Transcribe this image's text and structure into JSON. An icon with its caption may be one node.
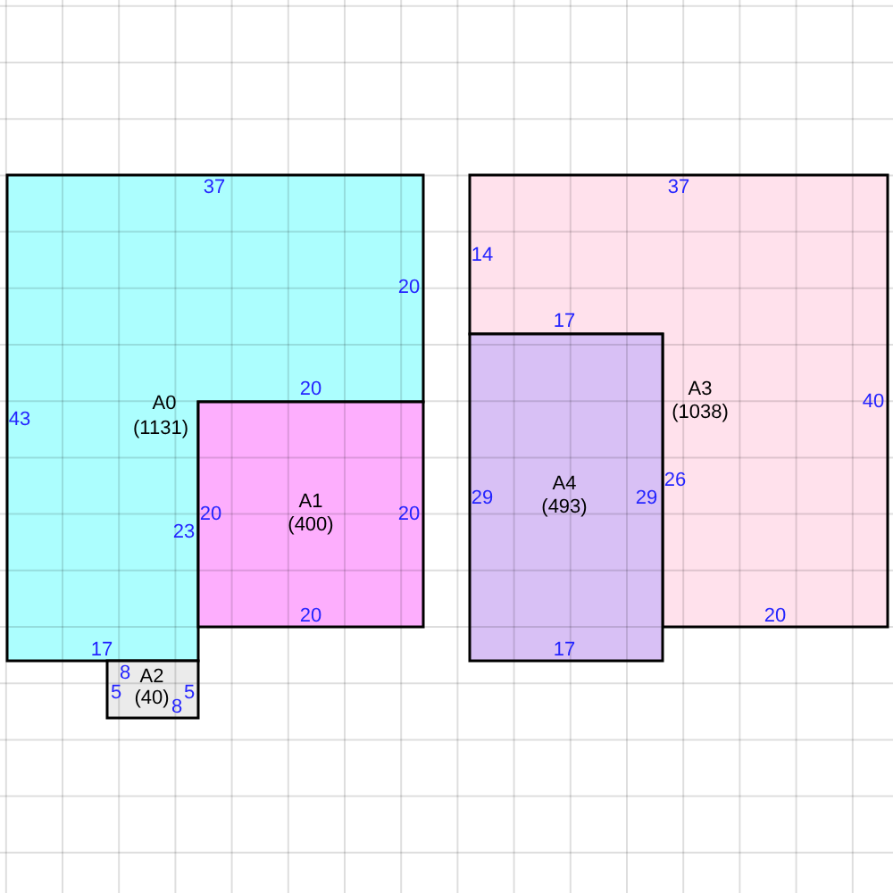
{
  "diagram": {
    "nodes": [
      {
        "text": [
          "A0",
          "(1131)",
          "37",
          "20",
          "20",
          "43",
          "23",
          "17"
        ]
      },
      {
        "text": [
          "A1",
          "(400)",
          "20",
          "20",
          "20"
        ]
      },
      {
        "text": [
          "A2",
          "(40)",
          "8",
          "5",
          "5",
          "8"
        ]
      },
      {
        "text": [
          "A3",
          "(1038)",
          "37",
          "14",
          "17",
          "40",
          "26",
          "20"
        ]
      },
      {
        "text": [
          "A4",
          "(493)",
          "29",
          "29",
          "17"
        ]
      }
    ]
  }
}
